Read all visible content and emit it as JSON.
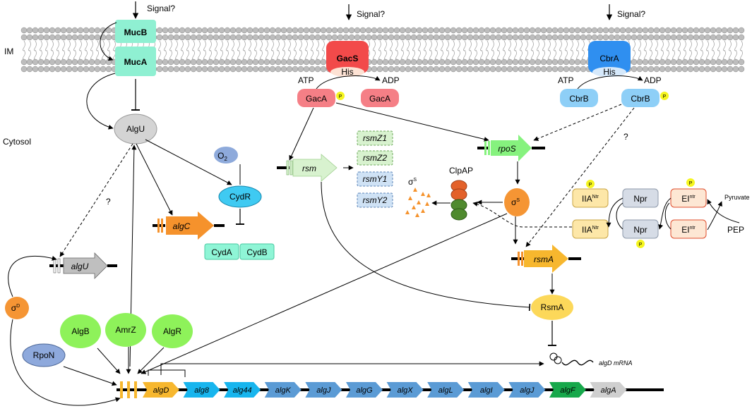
{
  "compartments": {
    "membrane": "IM",
    "cytosol": "Cytosol"
  },
  "signals": [
    "Signal?",
    "Signal?",
    "Signal?"
  ],
  "membrane_proteins": {
    "mucB": "MucB",
    "mucA": "MucA",
    "gacS": "GacS",
    "cbrA": "CbrA",
    "his": "His"
  },
  "phospho": {
    "atp": "ATP",
    "adp": "ADP",
    "p": "P"
  },
  "regulators": {
    "gacA": "GacA",
    "cbrB": "CbrB",
    "algU": "AlgU",
    "cydR": "CydR",
    "cydA": "CydA",
    "cydB": "CydB",
    "o2": "O",
    "o2_sub": "2",
    "clpap": "ClpAP",
    "rsmA": "RsmA",
    "algB": "AlgB",
    "amrZ": "AmrZ",
    "algR": "AlgR",
    "rpoN": "RpoN",
    "sigma": "σ",
    "sigma_s": "S",
    "sigma_d": "D"
  },
  "genes": {
    "rsm": "rsm",
    "rpoS": "rpoS",
    "algC": "algC",
    "algU": "algU",
    "rsmA": "rsmA"
  },
  "small_rnas": [
    "rsmZ1",
    "rsmZ2",
    "rsmY1",
    "rsmY2"
  ],
  "pts": {
    "iia": "IIA",
    "ntr_sup": "Ntr",
    "npr": "Npr",
    "ei": "EI",
    "ei_sup": "ntr",
    "pyruvate": "Pyruvate",
    "pep": "PEP"
  },
  "unknown_mark": "?",
  "mrna_label": "algD mRNA",
  "operon": [
    "algD",
    "alg8",
    "alg44",
    "algK",
    "algJ",
    "algG",
    "algX",
    "algL",
    "algI",
    "algJ",
    "algF",
    "algA"
  ],
  "colors": {
    "muc": "#8ff0d2",
    "gacs": "#f24a4a",
    "cbra": "#2f8ff0",
    "gaca": "#f57f86",
    "cbrb": "#8ecff7",
    "algu": "#d4d4d4",
    "cydr": "#3fcaf2",
    "cyd": "#8ff5d6",
    "green_gene": "#86f27e",
    "light_green": "#d8f2cf",
    "orange_gene": "#f5922c",
    "sigma": "#f59534",
    "yellow_gene": "#f7b72e",
    "rsma": "#fcd85a",
    "green_tf": "#8ef25a",
    "rpon": "#8ea9dc",
    "o2": "#8eaadb",
    "alg_blue": "#5b9bd5",
    "alg_cyan": "#17b5ee",
    "algf": "#17a84b",
    "alga": "#cfcfcf",
    "pts": "#fde7a8",
    "npr": "#d6dce6",
    "p_dot": "#f5f51e",
    "clp_orange": "#e3612a",
    "clp_green": "#4f8a2e"
  }
}
